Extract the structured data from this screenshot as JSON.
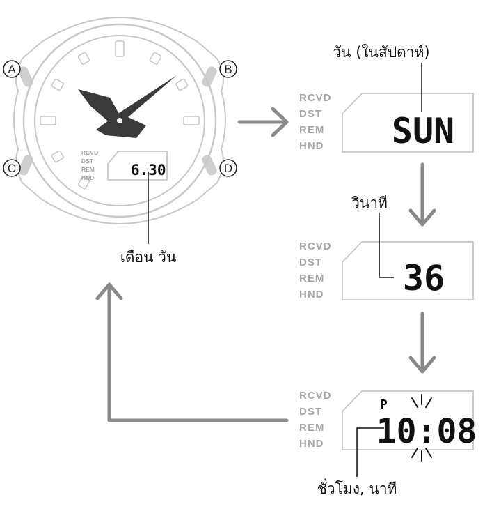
{
  "watch": {
    "buttons": [
      "A",
      "B",
      "C",
      "D"
    ],
    "indicators": [
      "RCVD",
      "DST",
      "REM",
      "HND"
    ],
    "display": "6.30",
    "label": "เดือน วัน"
  },
  "screens": [
    {
      "indicators": [
        "RCVD",
        "DST",
        "REM",
        "HND"
      ],
      "value": "SUN",
      "label": "วัน (ในสัปดาห์)"
    },
    {
      "indicators": [
        "RCVD",
        "DST",
        "REM",
        "HND"
      ],
      "value": "36",
      "label": "วินาที"
    },
    {
      "indicators": [
        "RCVD",
        "DST",
        "REM",
        "HND"
      ],
      "pm": "P",
      "value": "10:08",
      "label": "ชั่วโมง, นาที"
    }
  ],
  "colors": {
    "outline": "#c8c8c8",
    "arrow": "#8a8a8a",
    "hands": "#3a3a3a",
    "text": "#111111",
    "indicator": "#a6a6a6"
  }
}
